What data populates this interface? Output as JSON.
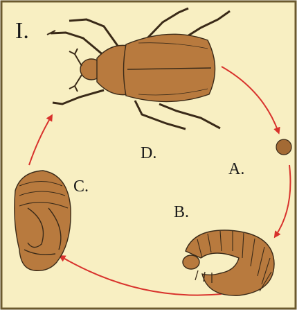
{
  "figure": {
    "panel_label": "I.",
    "background_color": "#f8efc2",
    "border_color": "#6b5a2e",
    "insect_fill": "#b87a3e",
    "insect_stroke": "#3a2a18",
    "arrow_color": "#d8322c"
  },
  "stages": [
    {
      "id": "egg",
      "label": "A."
    },
    {
      "id": "larva",
      "label": "B."
    },
    {
      "id": "pupa",
      "label": "C."
    },
    {
      "id": "adult",
      "label": "D."
    }
  ]
}
